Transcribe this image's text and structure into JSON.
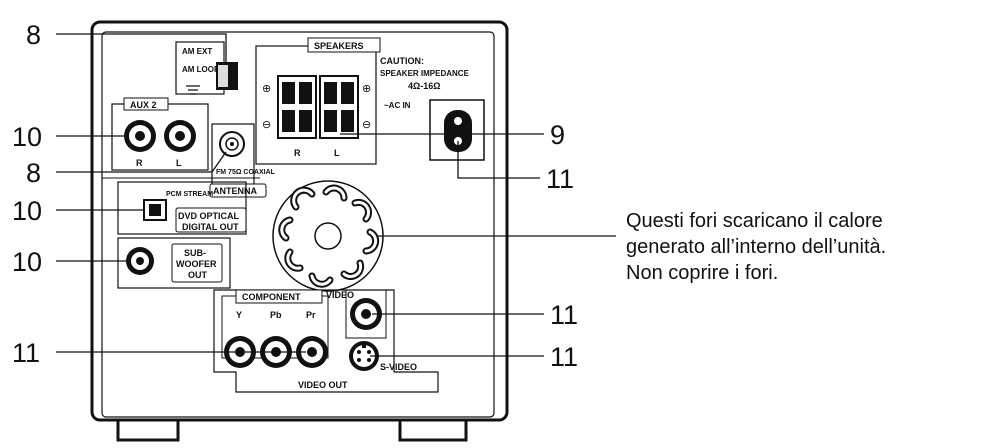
{
  "labels": {
    "aux2": "AUX 2",
    "r": "R",
    "l": "L",
    "am_ext": "AM EXT",
    "am_loop": "AM LOOP",
    "speakers": "SPEAKERS",
    "caution": "CAUTION:",
    "speaker_impedance": "SPEAKER IMPEDANCE",
    "impedance_value": "4Ω-16Ω",
    "ac_in": "~AC IN",
    "fm75_coaxial": "FM 75Ω COAXIAL",
    "antenna": "ANTENNA",
    "pcm_stream": "PCM STREAM",
    "dvd_optical": "DVD OPTICAL",
    "digital_out": "DIGITAL OUT",
    "sub": "SUB-",
    "woofer": "WOOFER",
    "out": "OUT",
    "component": "COMPONENT",
    "video": "VIDEO",
    "y": "Y",
    "pb": "Pb",
    "pr": "Pr",
    "s_video": "S-VIDEO",
    "video_out": "VIDEO  OUT",
    "plus": "⊕",
    "minus": "⊖"
  },
  "callouts": {
    "top_left_8": "8",
    "aux_10": "10",
    "antenna_8": "8",
    "optical_10": "10",
    "sub_10": "10",
    "component_11": "11",
    "speakers_9": "9",
    "ac_11": "11",
    "video_11": "11",
    "svideo_11": "11"
  },
  "note": {
    "line1": "Questi fori scaricano il calore",
    "line2": "generato all’interno dell’unità.",
    "line3": "Non coprire i fori."
  }
}
